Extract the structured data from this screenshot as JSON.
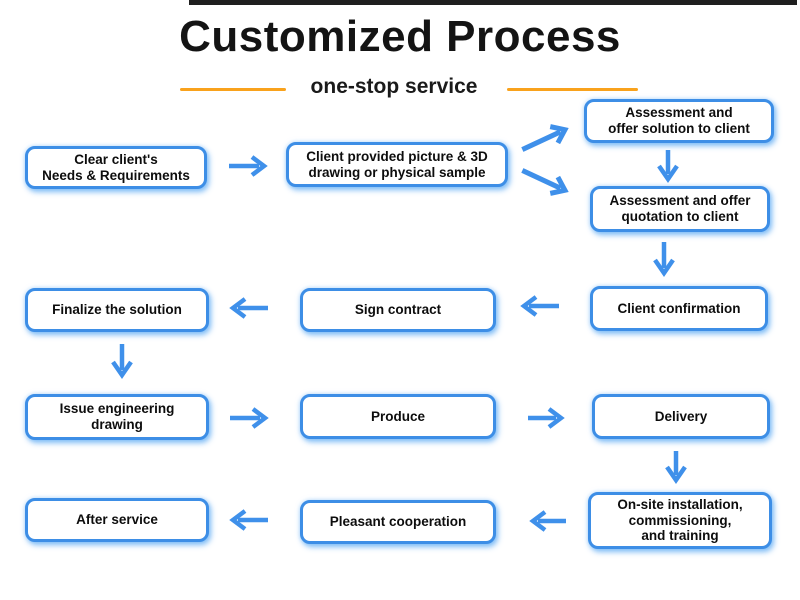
{
  "header": {
    "title": "Customized Process",
    "subtitle": "one-stop service"
  },
  "colors": {
    "arrow_blue": "#3f90ea",
    "box_border_blue": "#3d8ee6",
    "box_glow_blue": "#a9d4f7",
    "divider_orange": "#f9a21c",
    "title_black": "#141414",
    "top_strip_black": "#1f1f1f"
  },
  "flow": {
    "boxes": [
      {
        "id": "clear-needs",
        "text": "Clear client's\nNeeds & Requirements"
      },
      {
        "id": "client-provided",
        "text": "Client provided picture & 3D\ndrawing or physical sample"
      },
      {
        "id": "offer-solution",
        "text": "Assessment and\noffer solution to client"
      },
      {
        "id": "offer-quotation",
        "text": "Assessment and offer\nquotation to client"
      },
      {
        "id": "client-confirmation",
        "text": "Client confirmation"
      },
      {
        "id": "sign-contract",
        "text": "Sign contract"
      },
      {
        "id": "finalize-solution",
        "text": "Finalize the solution"
      },
      {
        "id": "issue-drawing",
        "text": "Issue engineering\ndrawing"
      },
      {
        "id": "produce",
        "text": "Produce"
      },
      {
        "id": "delivery",
        "text": "Delivery"
      },
      {
        "id": "onsite-installation",
        "text": "On-site installation,\ncommissioning,\nand training"
      },
      {
        "id": "pleasant-cooperation",
        "text": "Pleasant cooperation"
      },
      {
        "id": "after-service",
        "text": "After service"
      }
    ]
  }
}
